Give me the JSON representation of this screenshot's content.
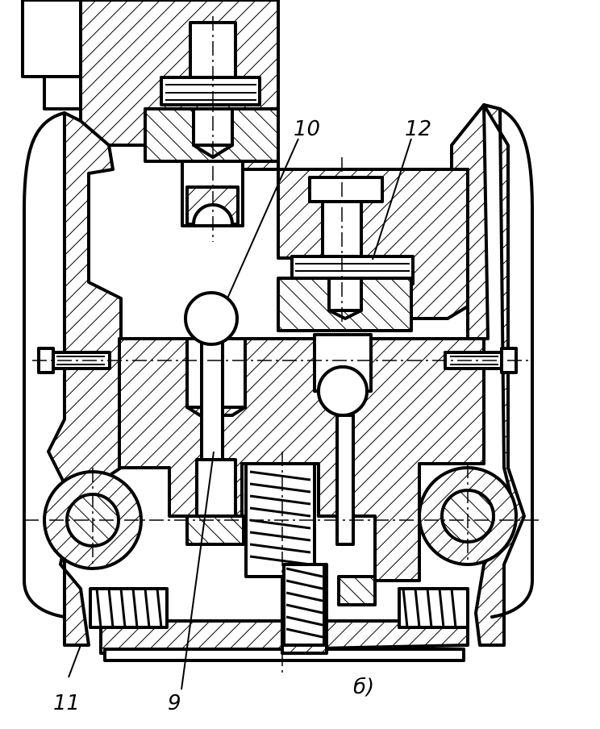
{
  "figure": {
    "sub_label": "б)",
    "callouts": {
      "c9": "9",
      "c10": "10",
      "c11": "11",
      "c12": "12"
    }
  },
  "colors": {
    "ink": "#000000",
    "paper": "#ffffff"
  }
}
